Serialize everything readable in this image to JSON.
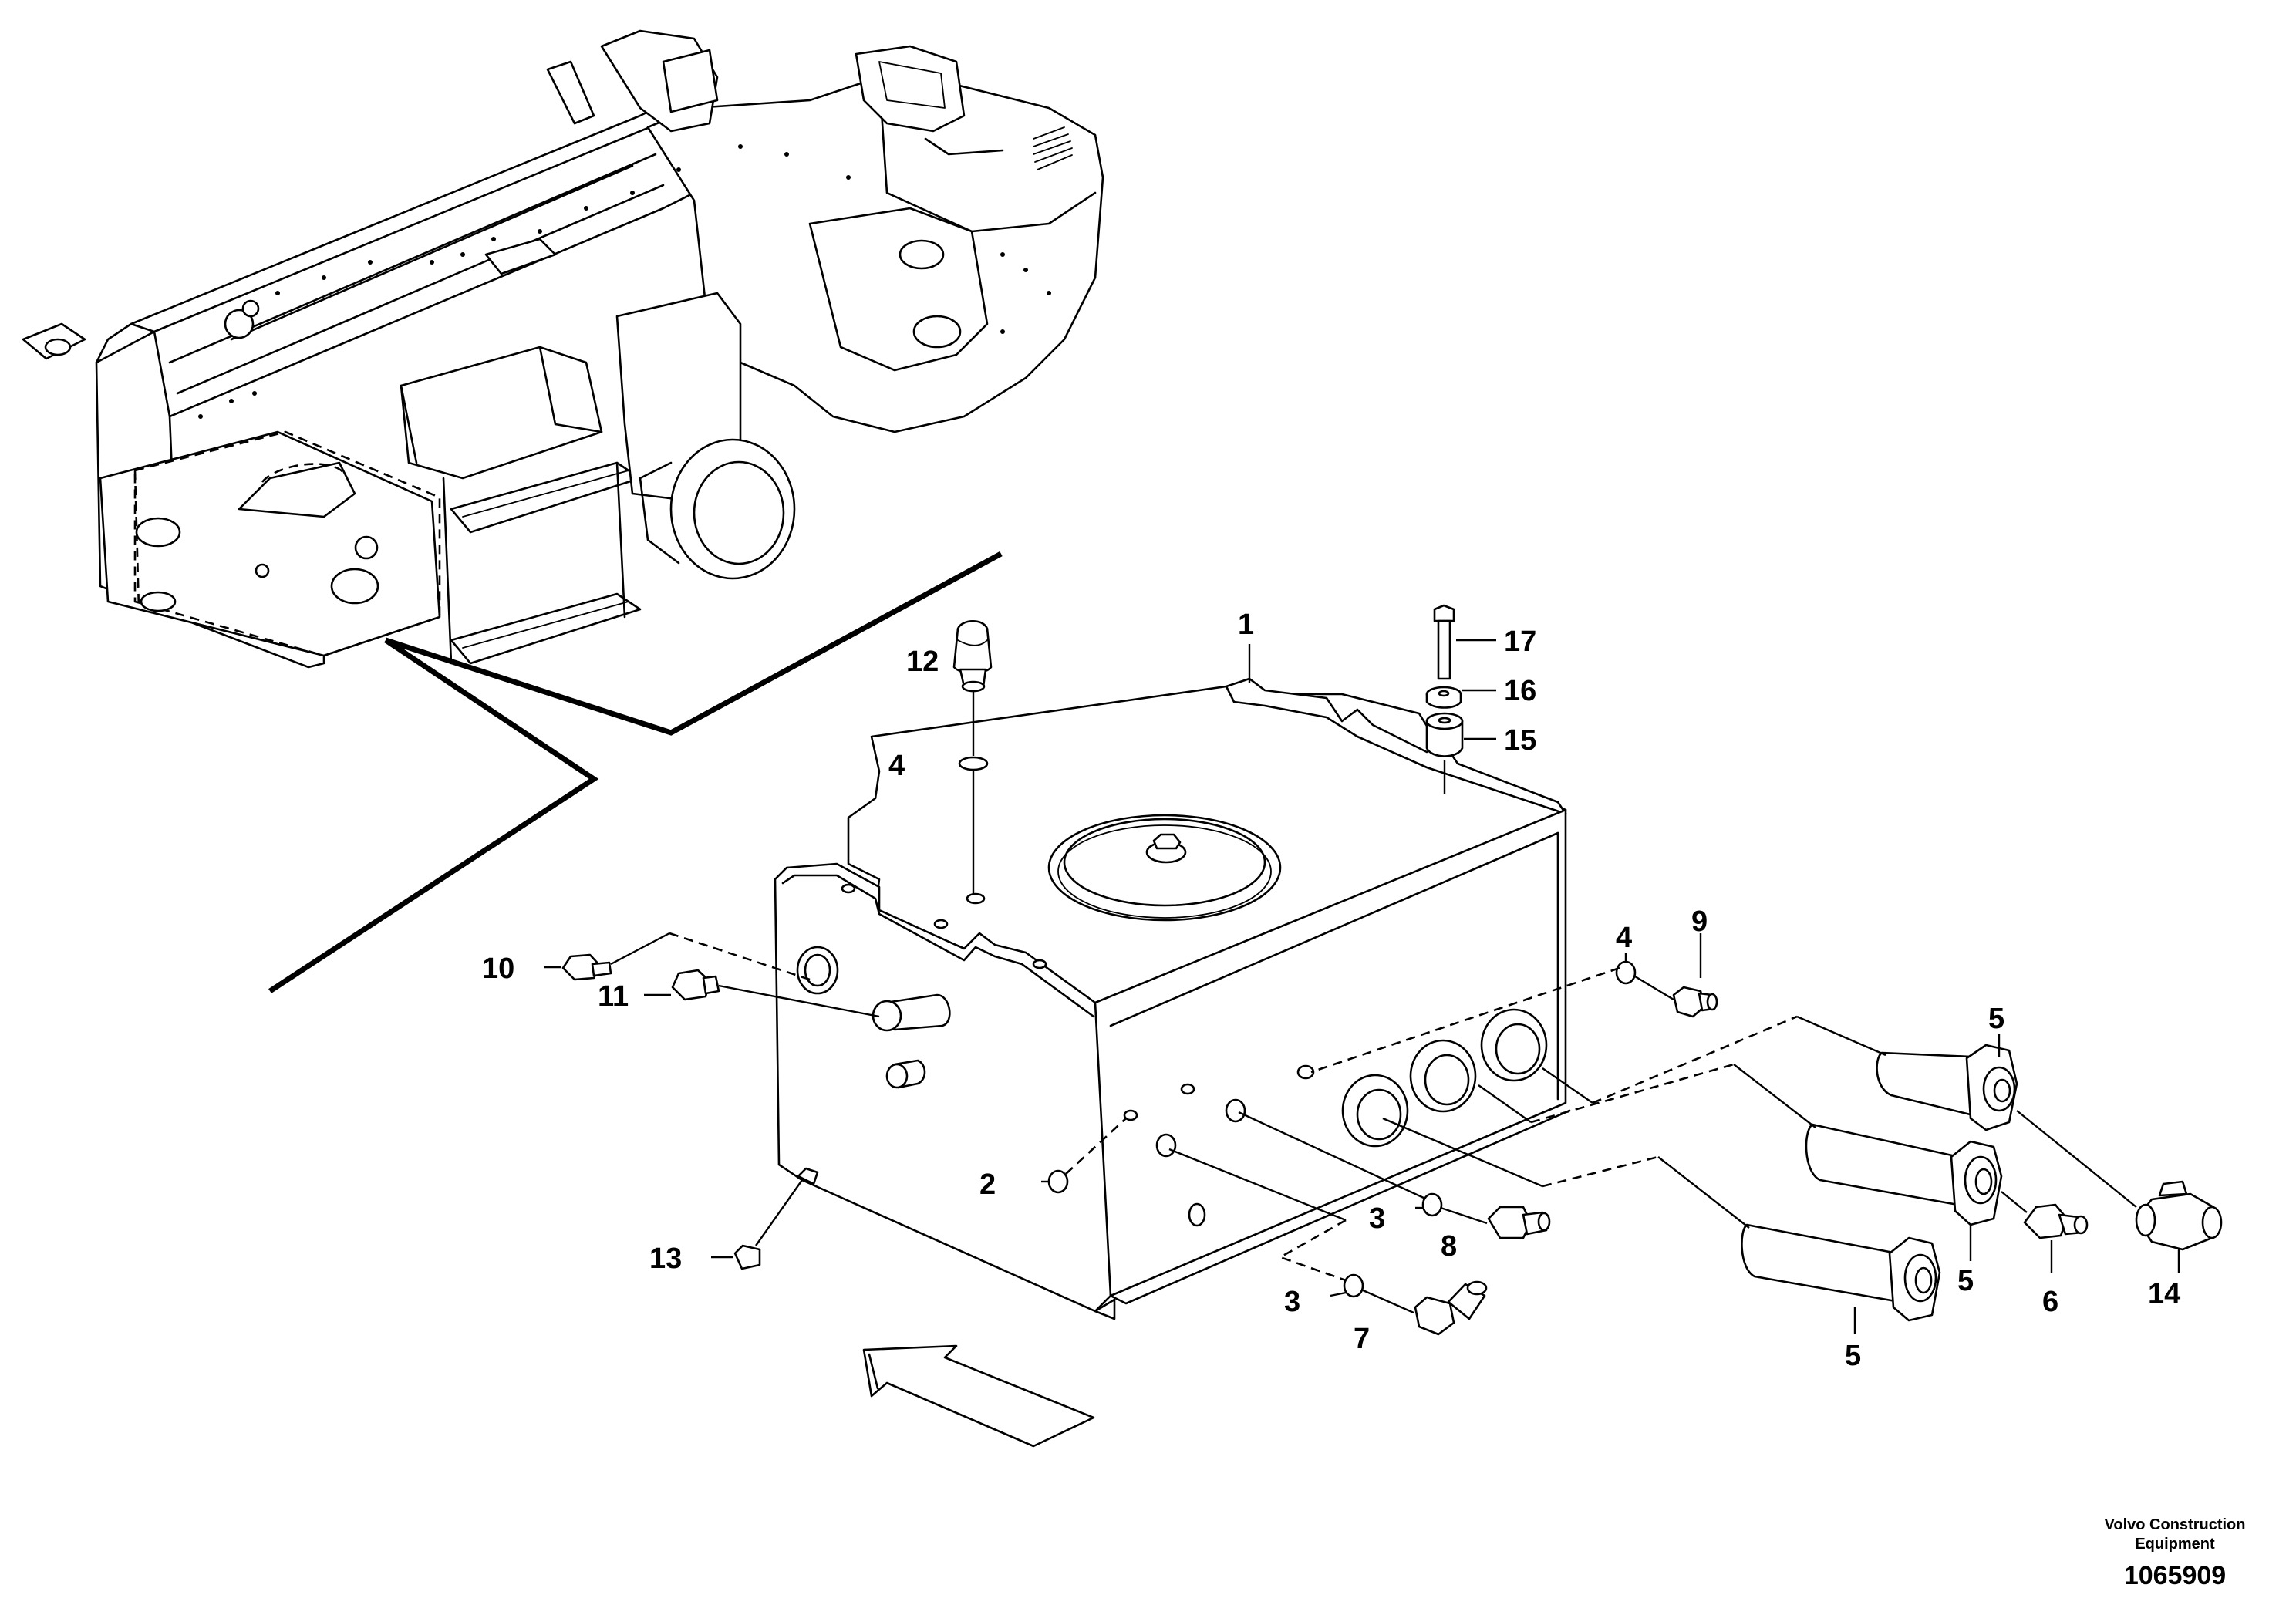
{
  "diagram": {
    "callouts": [
      "1",
      "2",
      "3",
      "3",
      "4",
      "4",
      "5",
      "5",
      "5",
      "6",
      "7",
      "8",
      "9",
      "10",
      "11",
      "12",
      "13",
      "14",
      "15",
      "16",
      "17"
    ]
  },
  "footer": {
    "brand_line1": "Volvo Construction",
    "brand_line2": "Equipment",
    "drawing_number": "1065909"
  }
}
